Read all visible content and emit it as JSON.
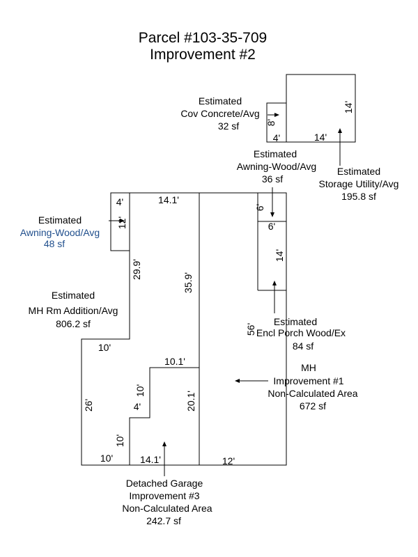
{
  "title": {
    "line1": "Parcel #103-35-709",
    "line2": "Improvement #2"
  },
  "labels": {
    "cov_concrete": [
      "Estimated",
      "Cov Concrete/Avg",
      "32 sf"
    ],
    "awning_top": [
      "Estimated",
      "Awning-Wood/Avg",
      "36 sf"
    ],
    "storage": [
      "Estimated",
      "Storage Utility/Avg",
      "195.8 sf"
    ],
    "awning_left": [
      "Estimated",
      "Awning-Wood/Avg",
      "48 sf"
    ],
    "mh_rm_addition": [
      "Estimated",
      "MH Rm Addition/Avg",
      "806.2 sf"
    ],
    "encl_porch": [
      "Estimated",
      "Encl Porch Wood/Ex",
      "84 sf"
    ],
    "mh_improvement": [
      "MH",
      "Improvement #1",
      "Non-Calculated Area",
      "672 sf"
    ],
    "garage": [
      "Detached Garage",
      "Improvement #3",
      "Non-Calculated Area",
      "242.7 sf"
    ]
  },
  "dimensions": {
    "storage_vertical": "14'",
    "storage_bottom": "14'",
    "cov_small_left": "8'",
    "cov_small_bottom": "4'",
    "awning_left_top": "4'",
    "awning_left_side": "12'",
    "top_left": "14.1'",
    "mid_vertical": "35.9'",
    "left_upper_vertical": "29.9'",
    "awning_right_small": "6'",
    "awning_right_bottom": "6'",
    "porch_vertical": "14'",
    "right_vertical": "56'",
    "left_step": "10'",
    "step_top": "10.1'",
    "step_vertical": "10'",
    "step_small": "4'",
    "left_lower_vertical": "26'",
    "bottom_left_vertical": "10'",
    "bottom_left": "10'",
    "bottom_mid": "14.1'",
    "lower_mid_vertical": "20.1'",
    "bottom_right": "12'"
  }
}
